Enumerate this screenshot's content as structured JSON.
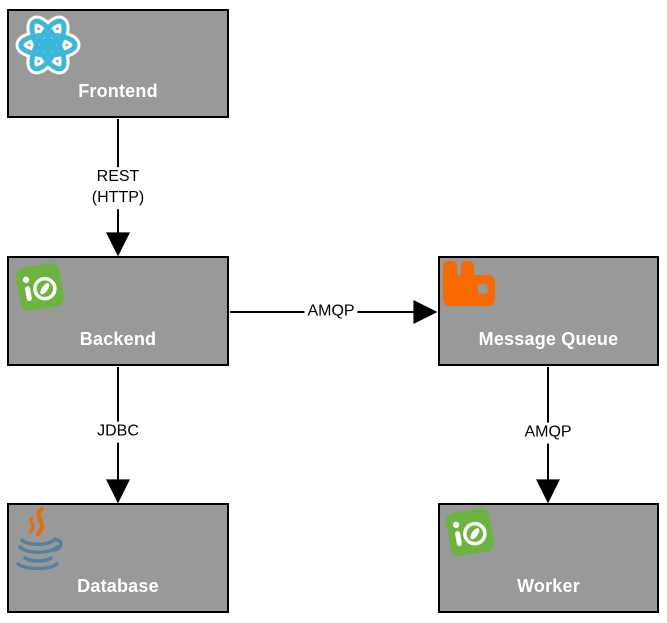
{
  "diagram": {
    "nodes": [
      {
        "label": "Frontend",
        "icon": "react-icon"
      },
      {
        "label": "Backend",
        "icon": "spring-icon"
      },
      {
        "label": "Message Queue",
        "icon": "rabbitmq-icon"
      },
      {
        "label": "Database",
        "icon": "java-icon"
      },
      {
        "label": "Worker",
        "icon": "spring-icon"
      }
    ],
    "edges": [
      {
        "from": "Frontend",
        "to": "Backend",
        "label_line1": "REST",
        "label_line2": "(HTTP)"
      },
      {
        "from": "Backend",
        "to": "Message Queue",
        "label": "AMQP"
      },
      {
        "from": "Backend",
        "to": "Database",
        "label": "JDBC"
      },
      {
        "from": "Message Queue",
        "to": "Worker",
        "label": "AMQP"
      }
    ],
    "colors": {
      "node_fill": "#999999",
      "node_border": "#000000",
      "node_label": "#ffffff",
      "edge": "#000000",
      "edge_label": "#000000",
      "react": "#3CB6DB",
      "spring": "#6DB33F",
      "rabbitmq": "#F86900",
      "java_blue": "#5382A1",
      "java_orange": "#E76F00"
    }
  }
}
